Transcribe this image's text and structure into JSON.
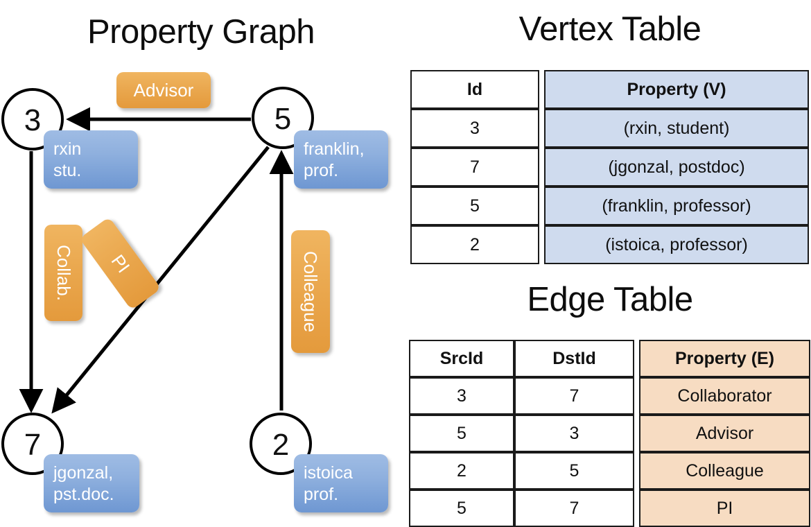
{
  "graph": {
    "title": "Property Graph",
    "nodes": [
      {
        "id": "3",
        "name": "node-3",
        "property_lines": [
          "rxin",
          "stu."
        ]
      },
      {
        "id": "5",
        "name": "node-5",
        "property_lines": [
          "franklin,",
          "prof."
        ]
      },
      {
        "id": "7",
        "name": "node-7",
        "property_lines": [
          "jgonzal,",
          "pst.doc."
        ]
      },
      {
        "id": "2",
        "name": "node-2",
        "property_lines": [
          "istoica",
          "prof."
        ]
      }
    ],
    "edge_labels": [
      {
        "key": "advisor",
        "text": "Advisor",
        "from": "5",
        "to": "3"
      },
      {
        "key": "collab",
        "text": "Collab.",
        "from": "3",
        "to": "7"
      },
      {
        "key": "pi",
        "text": "PI",
        "from": "5",
        "to": "7"
      },
      {
        "key": "colleague",
        "text": "Colleague",
        "from": "2",
        "to": "5"
      }
    ]
  },
  "vertex_table": {
    "title": "Vertex Table",
    "headers": [
      "Id",
      "Property (V)"
    ],
    "rows": [
      {
        "id": "3",
        "property": "(rxin, student)"
      },
      {
        "id": "7",
        "property": "(jgonzal, postdoc)"
      },
      {
        "id": "5",
        "property": "(franklin, professor)"
      },
      {
        "id": "2",
        "property": "(istoica, professor)"
      }
    ]
  },
  "edge_table": {
    "title": "Edge Table",
    "headers": [
      "SrcId",
      "DstId",
      "Property (E)"
    ],
    "rows": [
      {
        "src": "3",
        "dst": "7",
        "property": "Collaborator"
      },
      {
        "src": "5",
        "dst": "3",
        "property": "Advisor"
      },
      {
        "src": "2",
        "dst": "5",
        "property": "Colleague"
      },
      {
        "src": "5",
        "dst": "7",
        "property": "PI"
      }
    ]
  },
  "colors": {
    "vertex_property_fill": "#cfdbee",
    "edge_property_fill": "#f7dcc2",
    "node_property_box": "#8fb0de",
    "edge_label_box": "#eaa84f",
    "stroke": "#000000",
    "background": "#ffffff"
  }
}
